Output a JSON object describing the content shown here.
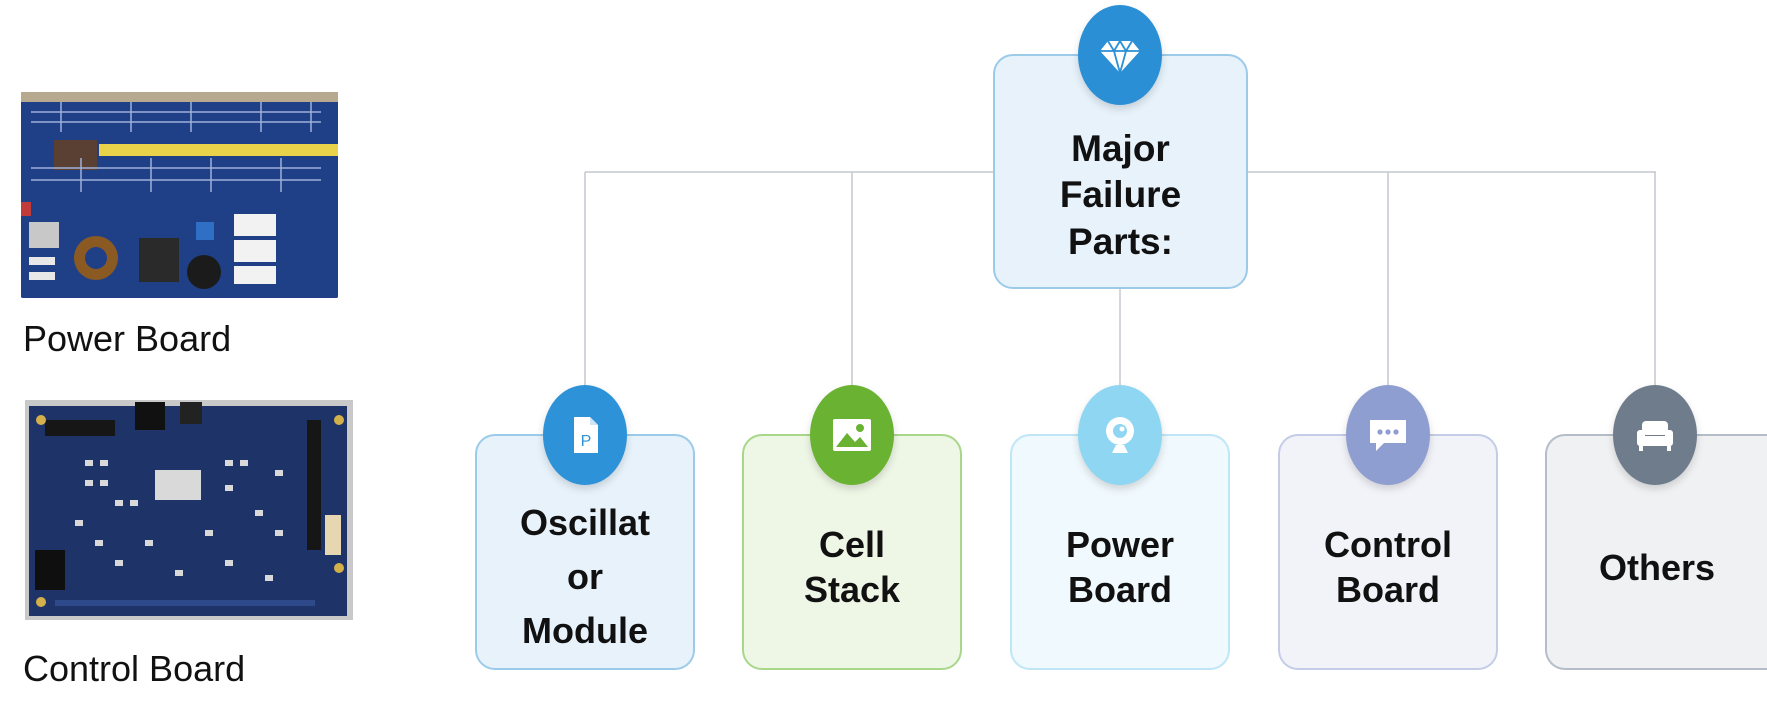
{
  "photos": {
    "power_board_caption": "Power Board",
    "control_board_caption": "Control Board"
  },
  "diagram": {
    "root": {
      "label": "Major\nFailure\nParts:",
      "icon": "diamond-icon",
      "color": "#2b8fd6"
    },
    "children": [
      {
        "id": "oscillator",
        "label": "Oscillat\nor\nModule",
        "icon": "document-p-icon",
        "color": "#2d92d8"
      },
      {
        "id": "cell-stack",
        "label": "Cell\nStack",
        "icon": "image-icon",
        "color": "#69b232"
      },
      {
        "id": "power-board",
        "label": "Power\nBoard",
        "icon": "webcam-icon",
        "color": "#8fd6f3"
      },
      {
        "id": "control-board",
        "label": "Control\nBoard",
        "icon": "chat-icon",
        "color": "#8f9ed0"
      },
      {
        "id": "others",
        "label": "Others",
        "icon": "armchair-icon",
        "color": "#6f7c8c"
      }
    ]
  }
}
